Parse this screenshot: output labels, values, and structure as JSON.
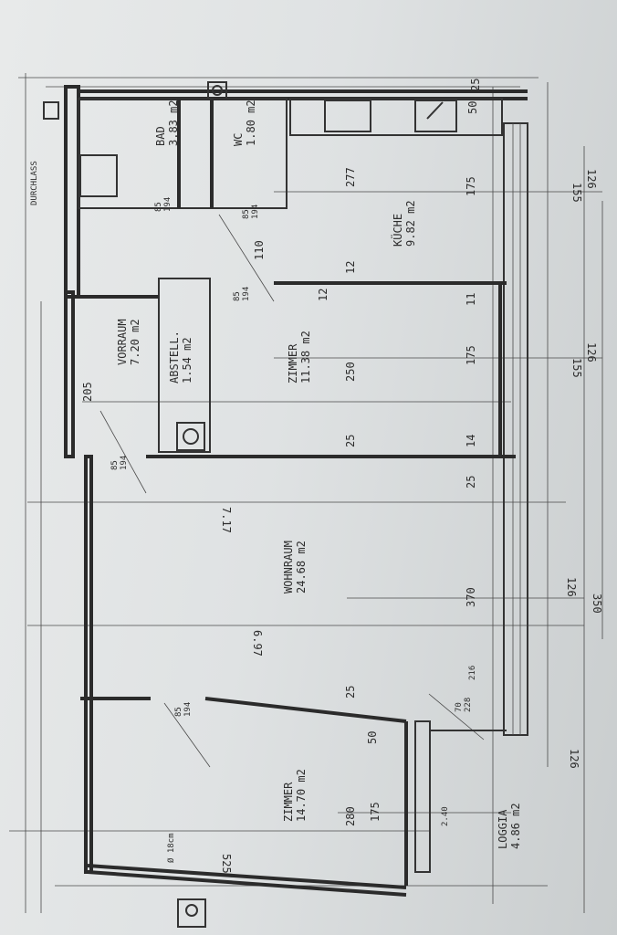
{
  "rooms": {
    "bad": {
      "name": "BAD",
      "area": "3.83 m2"
    },
    "wc": {
      "name": "WC",
      "area": "1.80 m2"
    },
    "kueche": {
      "name": "KÜCHE",
      "area": "9.82 m2"
    },
    "vorraum": {
      "name": "VORRAUM",
      "area": "7.20 m2"
    },
    "abstell": {
      "name": "ABSTELL.",
      "area": "1.54 m2"
    },
    "zimmer1": {
      "name": "ZIMMER",
      "area": "11.38 m2"
    },
    "wohnraum": {
      "name": "WOHNRAUM",
      "area": "24.68 m2"
    },
    "zimmer2": {
      "name": "ZIMMER",
      "area": "14.70 m2"
    },
    "loggia": {
      "name": "LOGGIA",
      "area": "4.86 m2"
    }
  },
  "labels": {
    "durchlass": "DURCHLASS",
    "schacht": "Ø 18cm"
  },
  "dimensions": {
    "d_277": "277",
    "d_250": "250",
    "d_370": "370",
    "d_280": "280",
    "d_175a": "175",
    "d_175b": "175",
    "d_175c": "175",
    "d_25a": "25",
    "d_25b": "25",
    "d_25c": "25",
    "d_25d": "25",
    "d_14": "14",
    "d_11": "11",
    "d_12a": "12",
    "d_12b": "12",
    "d_50a": "50",
    "d_50b": "50",
    "d_110": "110",
    "d_205": "205",
    "d_525": "525",
    "d_717": "7.17",
    "d_697": "6.97",
    "d_155a": "155",
    "d_126a": "126",
    "d_155b": "155",
    "d_126b": "126",
    "d_350": "350",
    "d_126c": "126",
    "d_126d": "126",
    "d_85a": "85",
    "d_194a": "194",
    "d_85b": "85",
    "d_194b": "194",
    "d_85c": "85",
    "d_194c": "194",
    "d_85d": "85",
    "d_194d": "194",
    "d_85e": "85",
    "d_194e": "194",
    "d_216": "216",
    "d_240": "2.40",
    "d_70": "70",
    "d_228": "228"
  }
}
